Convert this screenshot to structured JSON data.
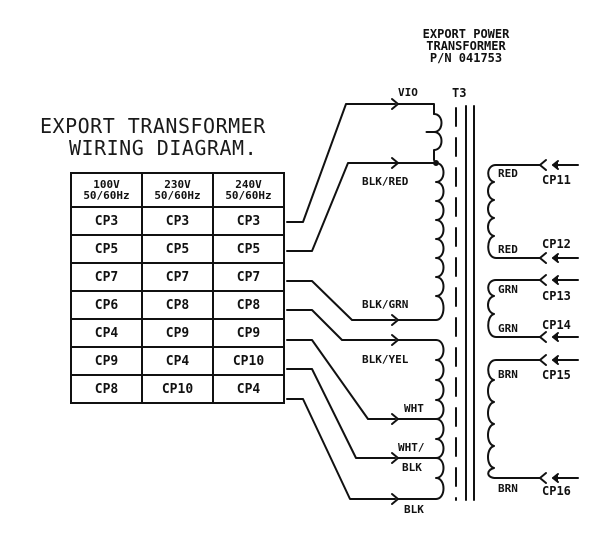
{
  "title": {
    "line1": "EXPORT TRANSFORMER",
    "line2": "WIRING DIAGRAM."
  },
  "part_label": {
    "line1": "EXPORT POWER",
    "line2": "TRANSFORMER",
    "line3": "P/N 041753"
  },
  "transformer_ref": "T3",
  "table": {
    "headers": [
      {
        "voltage": "100V",
        "freq": "50/60Hz"
      },
      {
        "voltage": "230V",
        "freq": "50/60Hz"
      },
      {
        "voltage": "240V",
        "freq": "50/60Hz"
      }
    ],
    "rows": [
      [
        "CP3",
        "CP3",
        "CP3"
      ],
      [
        "CP5",
        "CP5",
        "CP5"
      ],
      [
        "CP7",
        "CP7",
        "CP7"
      ],
      [
        "CP6",
        "CP8",
        "CP8"
      ],
      [
        "CP4",
        "CP9",
        "CP9"
      ],
      [
        "CP9",
        "CP4",
        "CP10"
      ],
      [
        "CP8",
        "CP10",
        "CP4"
      ]
    ]
  },
  "primary_leads": [
    "VIO",
    "BLK/RED",
    "BLK/GRN",
    "BLK/YEL",
    "WHT",
    "WHT/BLK",
    "BLK"
  ],
  "primary_lead_display": {
    "vio": "VIO",
    "blk_red": "BLK/RED",
    "blk_grn": "BLK/GRN",
    "blk_yel": "BLK/YEL",
    "wht": "WHT",
    "wht_blk_1": "WHT/",
    "wht_blk_2": "BLK",
    "blk": "BLK"
  },
  "secondary_leads": [
    {
      "color": "RED",
      "connector": "CP11"
    },
    {
      "color": "RED",
      "connector": "CP12"
    },
    {
      "color": "GRN",
      "connector": "CP13"
    },
    {
      "color": "GRN",
      "connector": "CP14"
    },
    {
      "color": "BRN",
      "connector": "CP15"
    },
    {
      "color": "BRN",
      "connector": "CP16"
    }
  ]
}
